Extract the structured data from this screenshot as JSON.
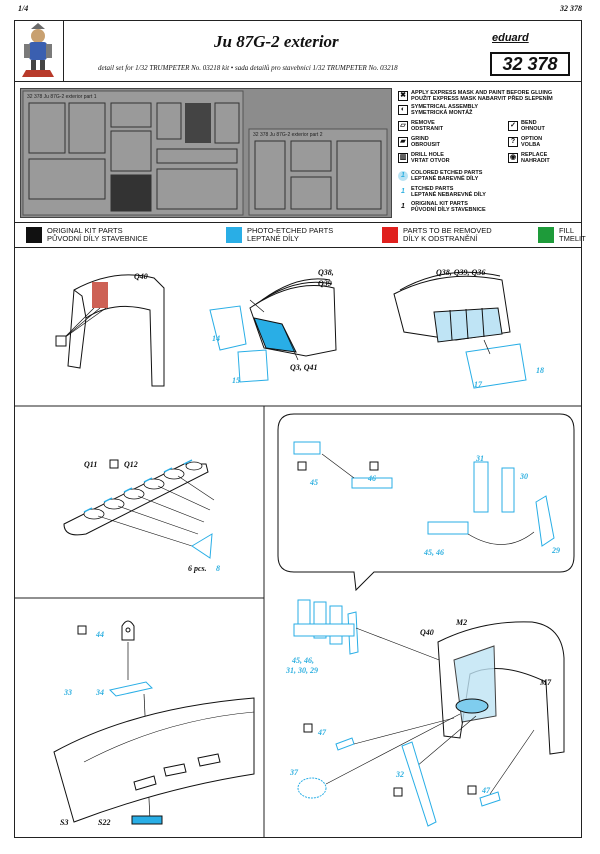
{
  "page_number": "1/4",
  "page_ref": "32 378",
  "title": "Ju 87G-2 exterior",
  "subtitle": "detail set for 1/32 TRUMPETER No. 03218 kit  •  sada detailů pro stavebnici 1/32 TRUMPETER No. 03218",
  "brand": "eduard",
  "kit_number": "32 378",
  "fret_label_a": "32 378  Ju 87G-2  exterior    part 1",
  "fret_label_b": "32 378  Ju 87G-2  exterior    part 2",
  "legend": [
    {
      "icon": "mask-icon",
      "glyph": "✖",
      "text1": "APPLY EXPRESS MASK AND PAINT BEFORE GLUING",
      "text2": "POUŽIT EXPRESS MASK NABARVIT PŘED SLEPENÍM"
    },
    {
      "icon": "symmetrical-icon",
      "glyph": "◐",
      "text1": "SYMETRICAL ASSEMBLY",
      "text2": "SYMETRICKÁ MONTÁŽ"
    },
    {
      "icon": "remove-icon",
      "glyph": "▱",
      "text1": "REMOVE",
      "text2": "ODSTRANIT"
    },
    {
      "icon": "bend-icon",
      "glyph": "✓",
      "text1": "BEND",
      "text2": "OHNOUT"
    },
    {
      "icon": "grind-icon",
      "glyph": "▰",
      "text1": "GRIND",
      "text2": "OBROUSIT"
    },
    {
      "icon": "option-icon",
      "glyph": "?",
      "text1": "OPTION",
      "text2": "VOLBA"
    },
    {
      "icon": "drill-icon",
      "glyph": "▥",
      "text1": "DRILL HOLE",
      "text2": "VRTAT OTVOR"
    },
    {
      "icon": "replace-icon",
      "glyph": "◉",
      "text1": "REPLACE",
      "text2": "NAHRADIT"
    },
    {
      "icon": "colored-etched-icon",
      "glyph": "1",
      "text1": "COLORED ETCHED PARTS",
      "text2": "LEPTANÉ BAREVNÉ DÍLY"
    },
    {
      "icon": "etched-icon",
      "glyph": "1",
      "text1": "ETCHED PARTS",
      "text2": "LEPTANÉ NEBAREVNÉ DÍLY"
    },
    {
      "icon": "kit-parts-icon",
      "glyph": "1",
      "text1": "ORIGINAL KIT PARTS",
      "text2": "PŮVODNÍ DÍLY STAVEBNICE"
    }
  ],
  "color_key": [
    {
      "color": "#111111",
      "text1": "ORIGINAL KIT PARTS",
      "text2": "PŮVODNÍ DÍLY STAVEBNICE"
    },
    {
      "color": "#29aee6",
      "text1": "PHOTO-ETCHED PARTS",
      "text2": "LEPTANÉ DÍLY"
    },
    {
      "color": "#e0201e",
      "text1": "PARTS TO BE REMOVED",
      "text2": "DÍLY K ODSTRANĚNÍ"
    },
    {
      "color": "#1e9b3a",
      "text1": "FILL",
      "text2": "TMELIT"
    }
  ],
  "step1": {
    "a_q40": "Q40",
    "b_q38": "Q38,",
    "b_q39": "Q39",
    "b_14": "14",
    "b_15": "15",
    "b_q3": "Q3, Q41",
    "c_refs": "Q38, Q39, Q36",
    "c_17": "17",
    "c_18": "18"
  },
  "step2": {
    "q11": "Q11",
    "q12": "Q12",
    "pcs": "6 pcs.",
    "p8": "8"
  },
  "step3": {
    "p45": "45",
    "p46": "46",
    "p31": "31",
    "p30": "30",
    "p45_46": "45, 46",
    "p29": "29"
  },
  "step4": {
    "p44": "44",
    "p33": "33",
    "p34": "34",
    "s3": "S3",
    "s22": "S22"
  },
  "step5": {
    "group": "45, 46,",
    "group2": "31, 30, 29",
    "q40": "Q40",
    "m2": "M2",
    "m7": "M7",
    "p47a": "47",
    "p37": "37",
    "p32": "32",
    "p47b": "47"
  }
}
